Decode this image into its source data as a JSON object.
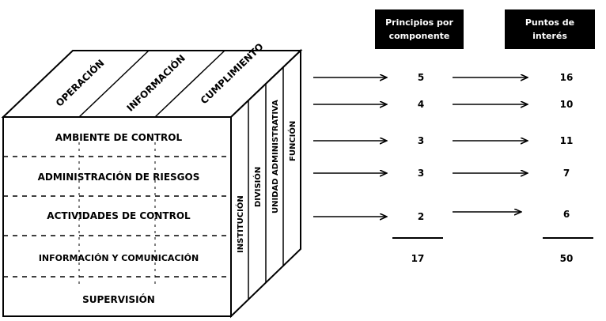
{
  "cube": {
    "top_labels": [
      "OPERACIÓN",
      "INFORMACIÓN",
      "CUMPLIMIENTO"
    ],
    "front_rows": [
      "AMBIENTE DE CONTROL",
      "ADMINISTRACIÓN DE RIESGOS",
      "ACTIVIDADES DE CONTROL",
      "INFORMACIÓN Y COMUNICACIÓN",
      "SUPERVISIÓN"
    ],
    "side_labels": [
      "INSTITUCIÓN",
      "DIVISIÓN",
      "UNIDAD ADMINISTRATIVA",
      "FUNCIÓN"
    ]
  },
  "table": {
    "header_principles": "Principios por\ncomponente",
    "header_points": "Puntos de\ninterés",
    "rows": [
      {
        "principles": "5",
        "points": "16"
      },
      {
        "principles": "4",
        "points": "10"
      },
      {
        "principles": "3",
        "points": "11"
      },
      {
        "principles": "3",
        "points": "7"
      },
      {
        "principles": "2",
        "points": "6"
      }
    ],
    "total_principles": "17",
    "total_points": "50"
  }
}
